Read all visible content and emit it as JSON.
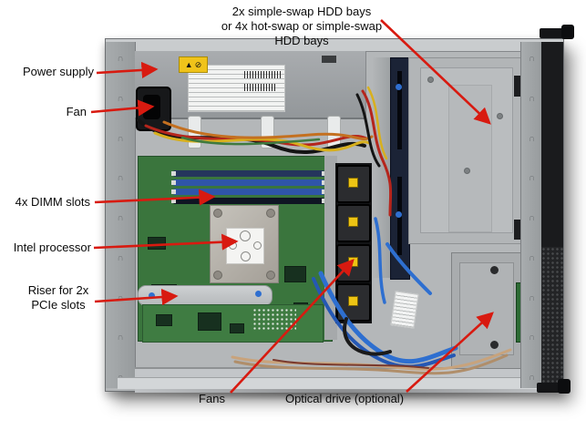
{
  "figure": {
    "description": "Top view photograph of a 1U server with internal components annotated",
    "hook_glyph": "∩",
    "colors": {
      "arrow_red": "#d81a10",
      "chassis_gray": "#b4b7b9",
      "motherboard_green": "#3a753d",
      "dimm_blue": "#2f55a8",
      "sata_blue": "#2e6fd0",
      "warning_yellow": "#f0c31a"
    },
    "icons": {
      "warning_triangle": "▲",
      "prohibition": "⊘"
    }
  },
  "callouts": {
    "hdd_bays_line1": "2x simple-swap HDD bays",
    "hdd_bays_line2": "or 4x hot-swap or simple-swap HDD bays",
    "power_supply": "Power supply",
    "fan": "Fan",
    "dimm_slots": "4x DIMM slots",
    "processor": "Intel processor",
    "riser_line1": "Riser for 2x",
    "riser_line2": "PCIe slots",
    "fans": "Fans",
    "optical_drive": "Optical drive (optional)"
  }
}
